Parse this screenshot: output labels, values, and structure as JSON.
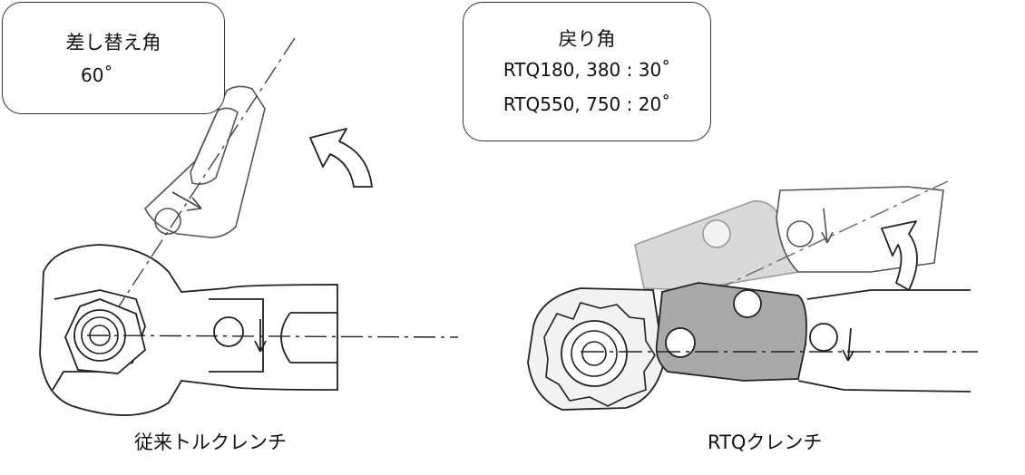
{
  "left_callout": {
    "title": "差し替え角",
    "angle": "60˚"
  },
  "right_callout": {
    "title": "戻り角",
    "line1": "RTQ180, 380 :  30˚",
    "line2": "RTQ550, 750 :  20˚"
  },
  "captions": {
    "left": "従来トルクレンチ",
    "right": "RTQクレンチ"
  },
  "colors": {
    "stroke": "#222222",
    "ghost": "#d9d9d9",
    "ghost_stroke": "#9a9a9a",
    "head": "#a9a9a9",
    "light": "#f2f2f2"
  }
}
